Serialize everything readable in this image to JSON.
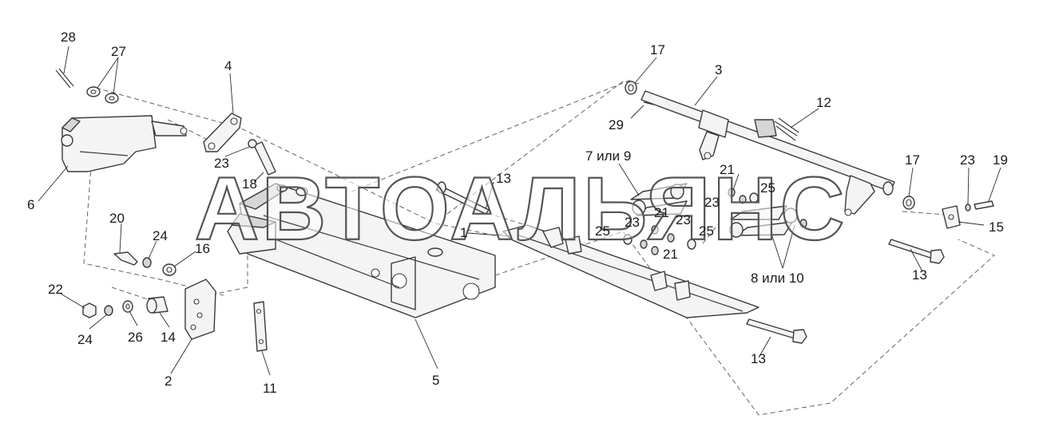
{
  "watermark": "АВТОАЛЬЯНС",
  "callouts": {
    "c28": "28",
    "c27": "27",
    "c4": "4",
    "c17a": "17",
    "c3": "3",
    "c12": "12",
    "c29": "29",
    "c6": "6",
    "c23a": "23",
    "c18": "18",
    "c13a": "13",
    "c7or9": "7 или 9",
    "c21a": "21",
    "c23b": "23",
    "c25a": "25",
    "c21b": "21",
    "c23c": "23",
    "c23d": "23",
    "c25b": "25",
    "c25c": "25",
    "c21c": "21",
    "c17b": "17",
    "c23e": "23",
    "c19": "19",
    "c15": "15",
    "c1": "1",
    "c20": "20",
    "c24a": "24",
    "c16": "16",
    "c22": "22",
    "c24b": "24",
    "c26": "26",
    "c14": "14",
    "c2": "2",
    "c11": "11",
    "c5": "5",
    "c8or10": "8 или 10",
    "c13b": "13",
    "c13c": "13"
  }
}
